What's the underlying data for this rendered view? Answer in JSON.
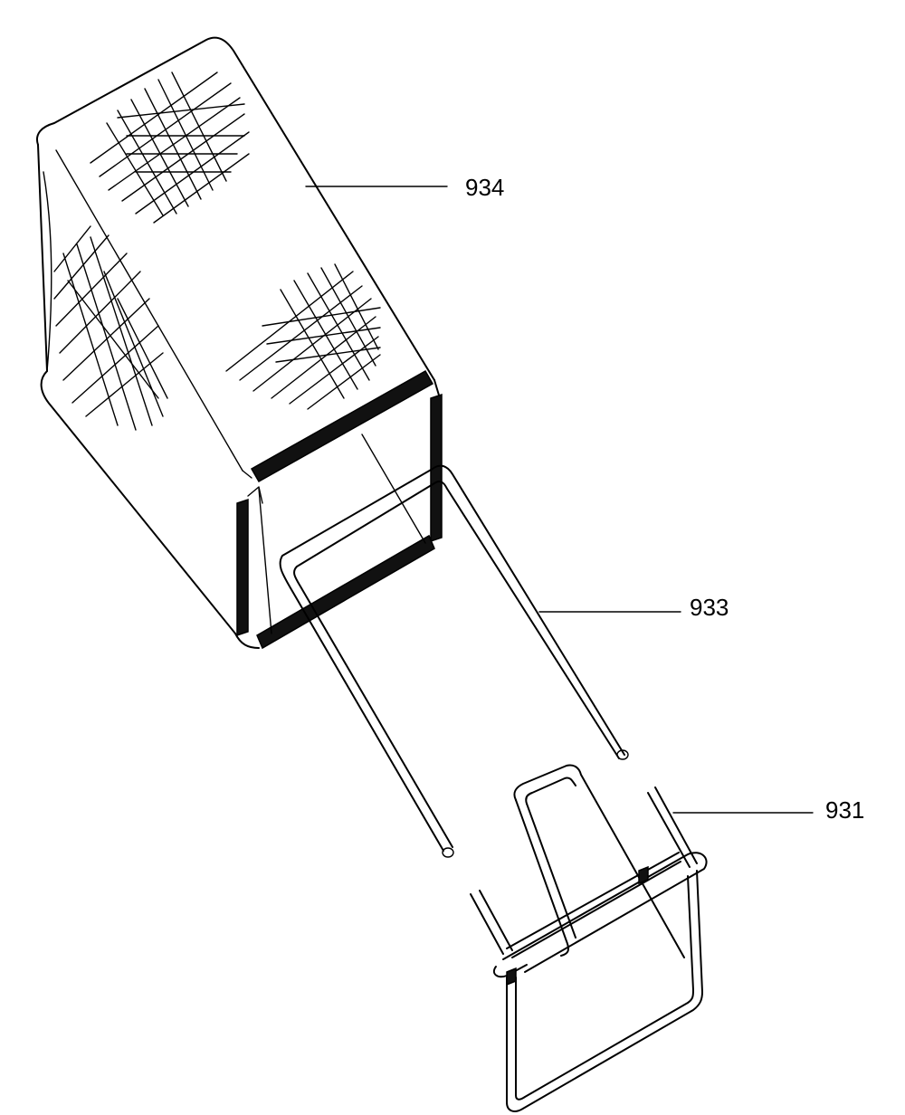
{
  "diagram": {
    "callouts": [
      {
        "id": "934",
        "label": "934"
      },
      {
        "id": "933",
        "label": "933"
      },
      {
        "id": "931",
        "label": "931"
      }
    ],
    "colors": {
      "line": "#000000",
      "background": "#ffffff"
    }
  }
}
